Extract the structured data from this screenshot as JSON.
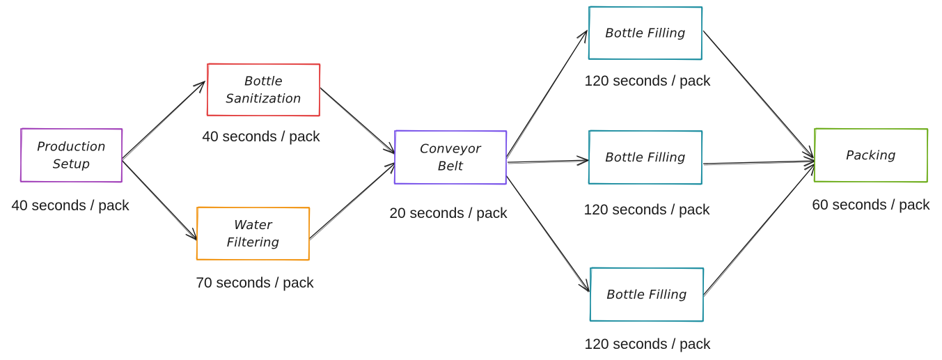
{
  "nodes": [
    {
      "id": "production-setup",
      "lines": [
        "Production",
        "Setup"
      ],
      "time": "40 seconds / pack",
      "color": "#9c36b5"
    },
    {
      "id": "bottle-sanitization",
      "lines": [
        "Bottle",
        "Sanitization"
      ],
      "time": "40 seconds / pack",
      "color": "#e03131"
    },
    {
      "id": "water-filtering",
      "lines": [
        "Water",
        "Filtering"
      ],
      "time": "70 seconds / pack",
      "color": "#f08c00"
    },
    {
      "id": "conveyor-belt",
      "lines": [
        "Conveyor",
        "Belt"
      ],
      "time": "20 seconds / pack",
      "color": "#7048e8"
    },
    {
      "id": "bottle-filling-1",
      "lines": [
        "Bottle Filling"
      ],
      "time": "120 seconds / pack",
      "color": "#0c8599"
    },
    {
      "id": "bottle-filling-2",
      "lines": [
        "Bottle Filling"
      ],
      "time": "120 seconds / pack",
      "color": "#0c8599"
    },
    {
      "id": "bottle-filling-3",
      "lines": [
        "Bottle Filling"
      ],
      "time": "120 seconds / pack",
      "color": "#0c8599"
    },
    {
      "id": "packing",
      "lines": [
        "Packing"
      ],
      "time": "60 seconds / pack",
      "color": "#66a80f"
    }
  ],
  "edges": [
    {
      "from": "production-setup",
      "to": "bottle-sanitization"
    },
    {
      "from": "production-setup",
      "to": "water-filtering"
    },
    {
      "from": "bottle-sanitization",
      "to": "conveyor-belt"
    },
    {
      "from": "water-filtering",
      "to": "conveyor-belt"
    },
    {
      "from": "conveyor-belt",
      "to": "bottle-filling-1"
    },
    {
      "from": "conveyor-belt",
      "to": "bottle-filling-2"
    },
    {
      "from": "conveyor-belt",
      "to": "bottle-filling-3"
    },
    {
      "from": "bottle-filling-1",
      "to": "packing"
    },
    {
      "from": "bottle-filling-2",
      "to": "packing"
    },
    {
      "from": "bottle-filling-3",
      "to": "packing"
    }
  ]
}
